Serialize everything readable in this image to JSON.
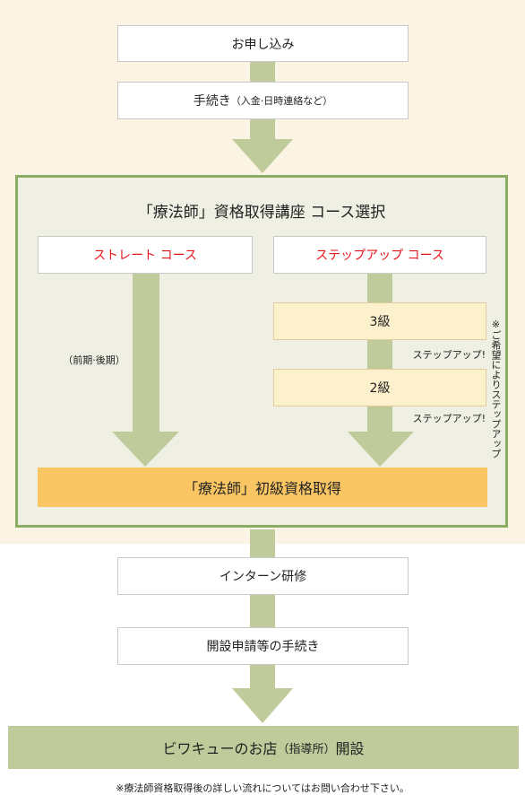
{
  "steps": {
    "apply": "お申し込み",
    "procedure_main": "手続き",
    "procedure_note": "（入金·日時連絡など）"
  },
  "course": {
    "title": "「療法師」資格取得講座 コース選択",
    "straight": "ストレート コース",
    "stepup": "ステップアップ コース",
    "term_note": "（前期·後期）",
    "level3": "3級",
    "level2": "2級",
    "stepup_label_1": "ステップアップ!",
    "stepup_label_2": "ステップアップ!",
    "side_note": "※ご希望によりステップアップ",
    "result": "「療法師」初級資格取得"
  },
  "after": {
    "intern": "インターン研修",
    "opening_procedure": "開設申請等の手続き",
    "final_main": "ビワキューのお店",
    "final_small": "（指導所）",
    "final_tail": "開設"
  },
  "footnote": "※療法師資格取得後の詳しい流れについてはお問い合わせ下さい。",
  "colors": {
    "top_background": "#fbf3e3",
    "arrow": "#bfcb9a",
    "frame_border": "#8aac63",
    "course_red": "#e4161b",
    "level_fill": "#fdf0cc",
    "result_fill": "#fac563"
  }
}
